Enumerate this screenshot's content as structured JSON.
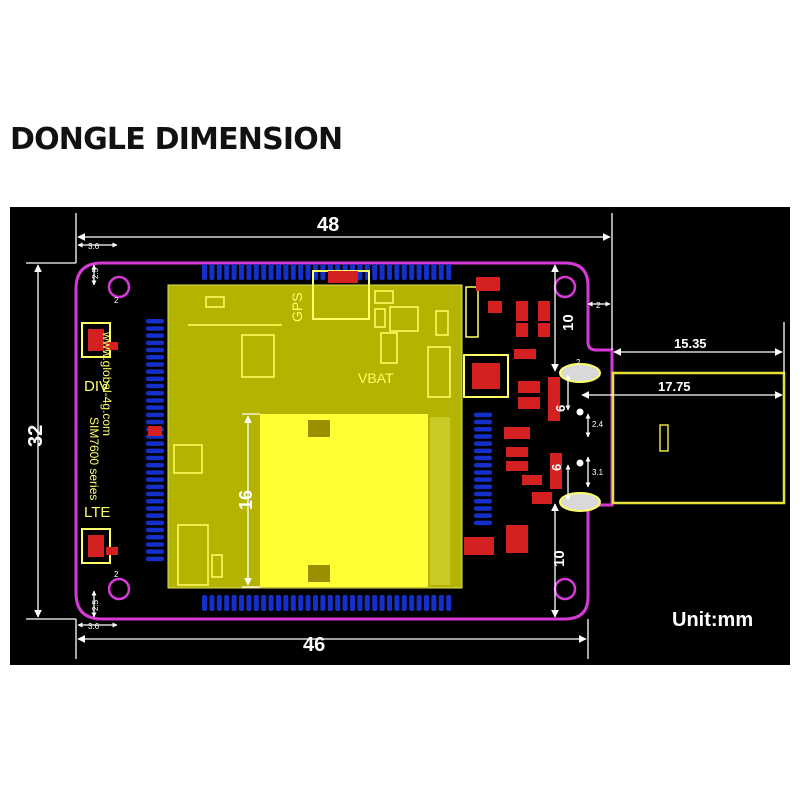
{
  "title": "DONGLE DIMENSION",
  "unit_label": "Unit:mm",
  "colors": {
    "background": "#000000",
    "board_outline": "#d63ad6",
    "module": "#b3b300",
    "chip": "#ffff33",
    "silkscreen": "#ffff66",
    "pads": "#1530c8",
    "smd": "#d42020",
    "dimension": "#ffffff",
    "usb_outline": "#e8e03a"
  },
  "dimensions": {
    "overall_width": "48",
    "bottom_width": "46",
    "height": "32",
    "chip": "16",
    "usb_length": "17.75",
    "usb_inner": "15.35",
    "right_top": "10",
    "right_bottom": "10",
    "connector_a": "6",
    "connector_b": "6",
    "hole_left_top": "3.6",
    "hole_left_bottom": "3.6",
    "hole_top": "2.5",
    "hole_bottom": "2.5",
    "small_top": "2",
    "small_bottom": "2",
    "right_notch": "2",
    "small_c": "2",
    "right_pin_a": "2.4",
    "right_pin_b": "3.1"
  },
  "silkscreen": {
    "gps": "GPS",
    "vbat": "VBAT",
    "div": "DIV",
    "lte": "LTE",
    "model": "SIM7600 series",
    "url": "www.global-4g.com"
  }
}
